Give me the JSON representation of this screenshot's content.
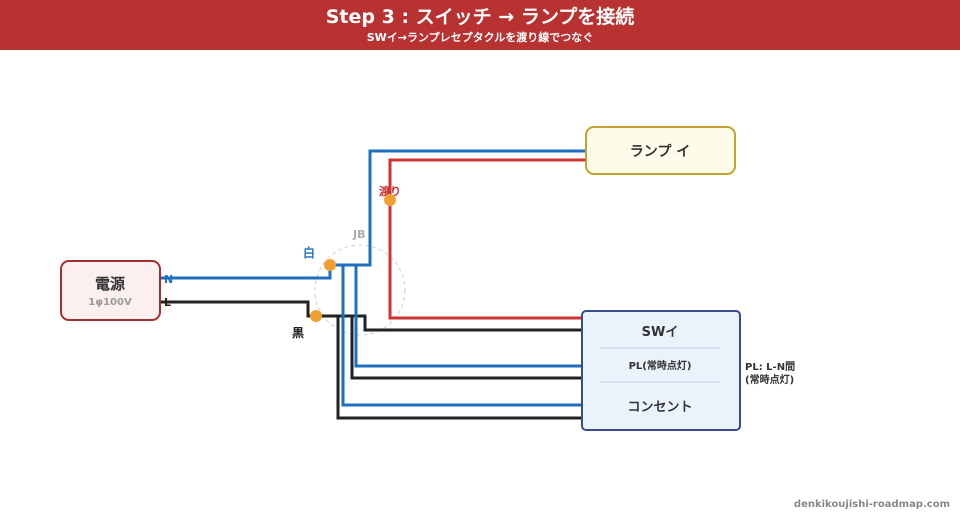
{
  "header": {
    "title": "Step 3 : スイッチ → ランプを接続",
    "subtitle": "SWイ→ランプレセプタクルを渡り線でつなぐ"
  },
  "power": {
    "title": "電源",
    "spec": "1φ100V"
  },
  "terminals": {
    "neutral": "N",
    "line": "L"
  },
  "junction": {
    "label": "JB",
    "white": "白",
    "black": "黒",
    "jumper": "渡り"
  },
  "lamp": {
    "label": "ランプ イ"
  },
  "switch_box": {
    "sw": "SWイ",
    "pl": "PL(常時点灯)",
    "outlet": "コンセント"
  },
  "note": {
    "line1": "PL: L-N間",
    "line2": "(常時点灯)"
  },
  "footer": {
    "site": "denkikoujishi-roadmap.com"
  },
  "colors": {
    "header": "#b83232",
    "white_wire": "#1e6fc0",
    "black_wire": "#222222",
    "red_wire": "#cc3333",
    "node": "#f0a030"
  }
}
